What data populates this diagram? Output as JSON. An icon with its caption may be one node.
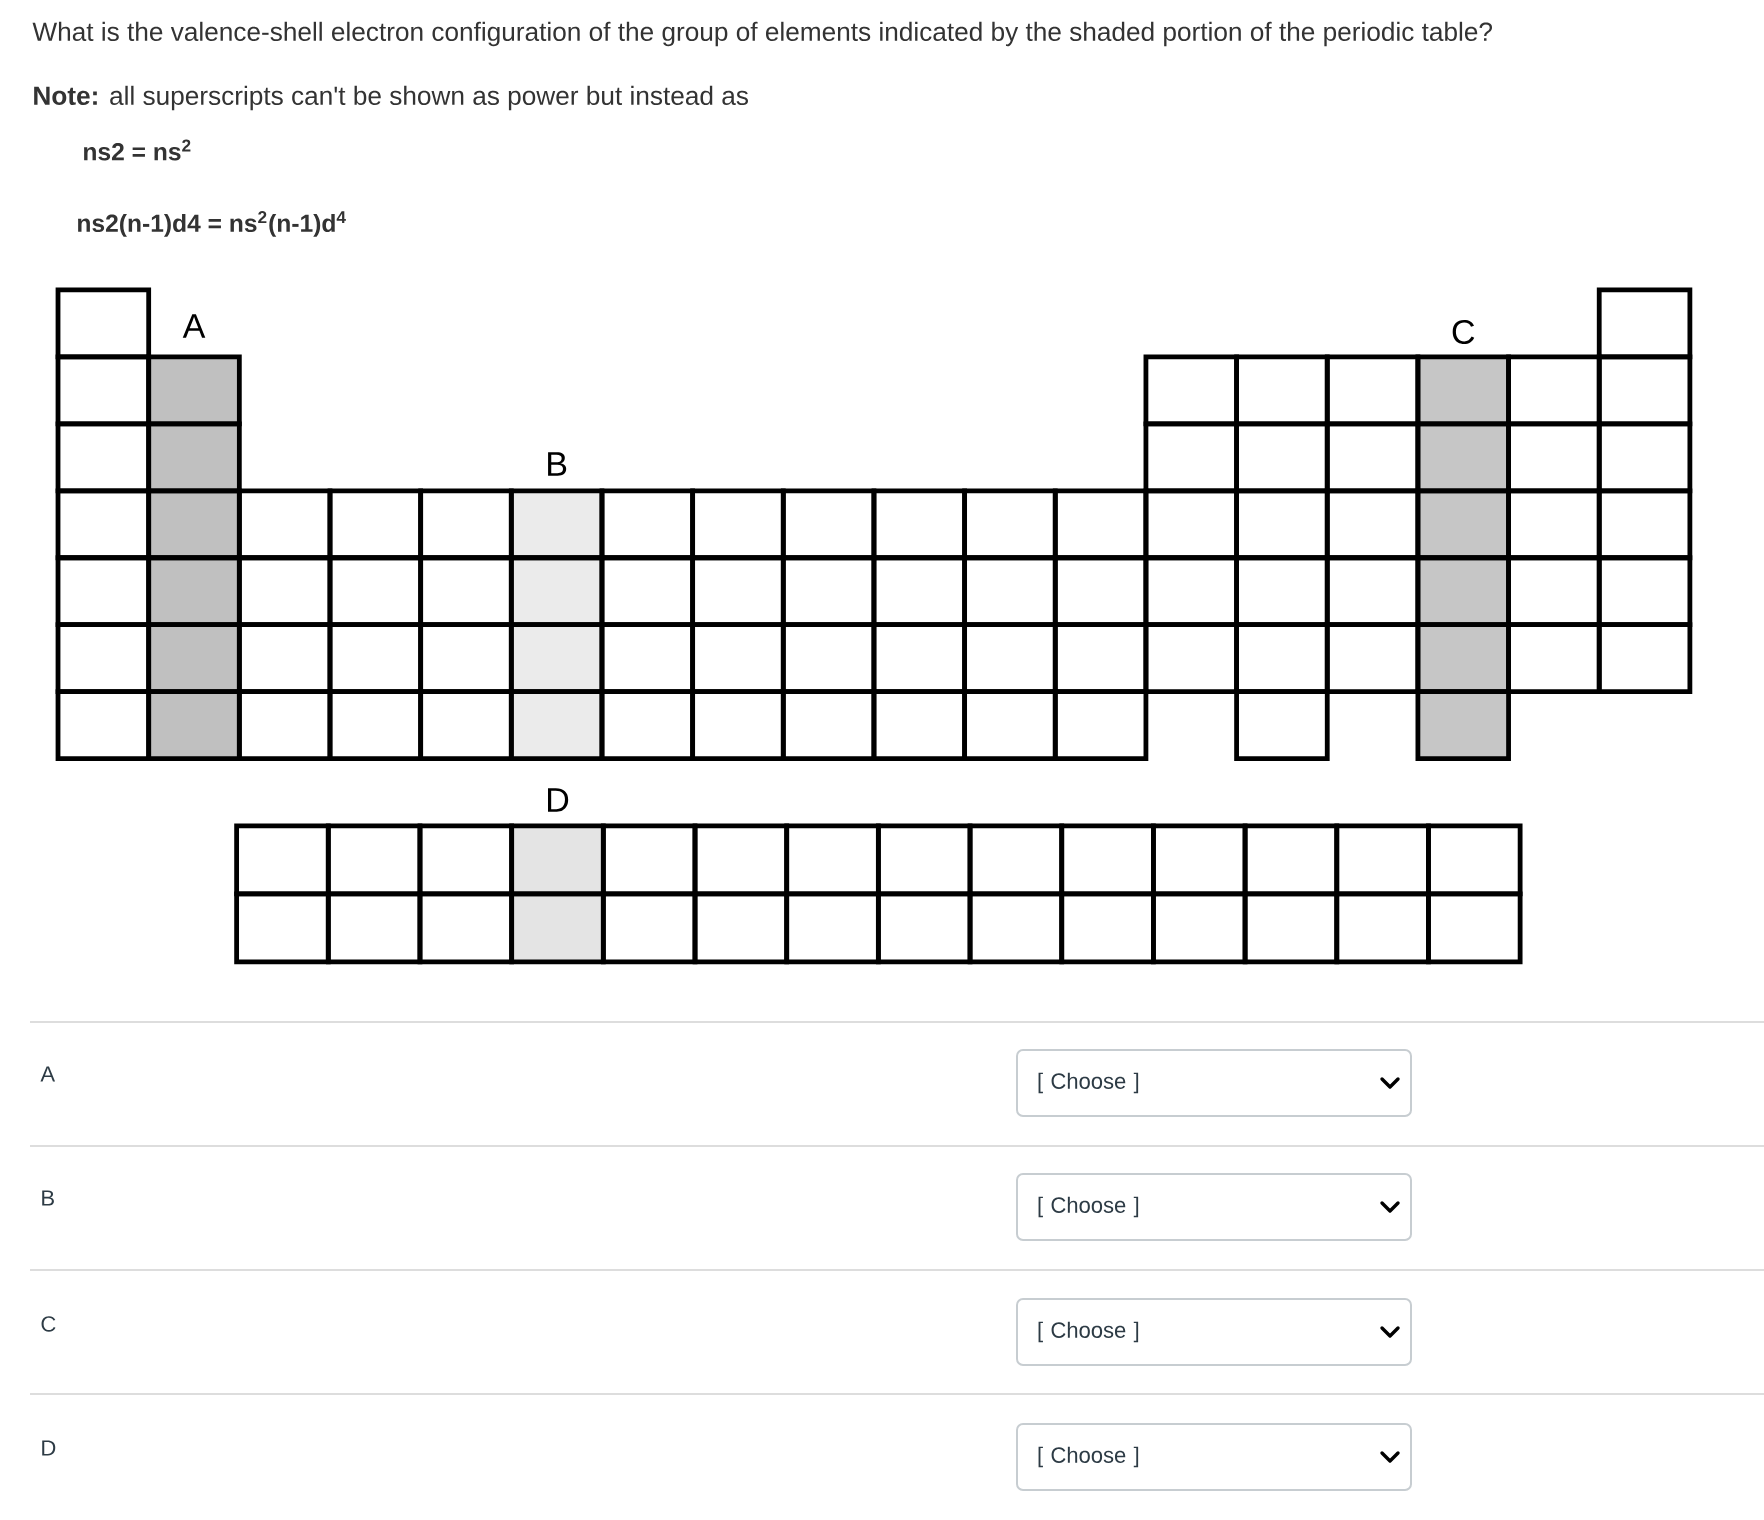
{
  "diagram": {
    "nodes": [
      {
        "text": [
          "[ Choose ]"
        ]
      },
      {
        "text": [
          "[ Choose ]"
        ]
      },
      {
        "text": [
          "[ Choose ]"
        ]
      },
      {
        "text": [
          "[ Choose ]"
        ]
      }
    ],
    "labels": [
      "What is the valence-shell electron configuration of the group of elements indicated by the shaded portion of the periodic table?",
      "**Note:** all superscripts can't be shown as power but instead as",
      "ns2 = ns$^{2}$",
      "ns2(n-1)d4 = ns$^{2}$(n-1)d$^{4}$",
      "A",
      "C",
      "B",
      "D",
      "A",
      "B",
      "C",
      "D"
    ]
  }
}
